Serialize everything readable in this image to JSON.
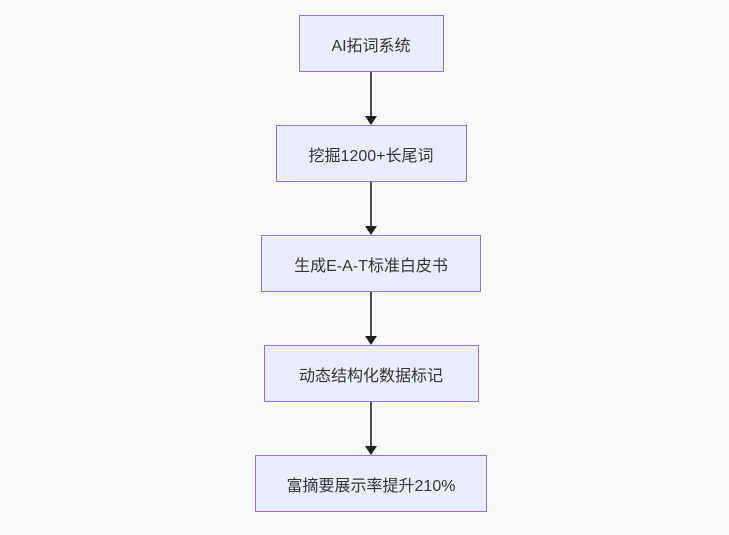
{
  "diagram": {
    "type": "flowchart",
    "direction": "top-down",
    "nodes": [
      {
        "label": "AI拓词系统"
      },
      {
        "label": "挖掘1200+长尾词"
      },
      {
        "label": "生成E-A-T标准白皮书"
      },
      {
        "label": "动态结构化数据标记"
      },
      {
        "label": "富摘要展示率提升210%"
      }
    ],
    "edges": [
      {
        "from": "AI拓词系统",
        "to": "挖掘1200+长尾词",
        "style": "arrow-down"
      },
      {
        "from": "挖掘1200+长尾词",
        "to": "生成E-A-T标准白皮书",
        "style": "arrow-down"
      },
      {
        "from": "生成E-A-T标准白皮书",
        "to": "动态结构化数据标记",
        "style": "arrow-down"
      },
      {
        "from": "动态结构化数据标记",
        "to": "富摘要展示率提升210%",
        "style": "arrow-down"
      }
    ],
    "colors": {
      "node_fill": "#ececff",
      "node_border": "#9370db",
      "node_text": "#333333",
      "edge_line": "#4d4d4d",
      "arrowhead": "#222222",
      "background": "#f8f8f8"
    }
  }
}
